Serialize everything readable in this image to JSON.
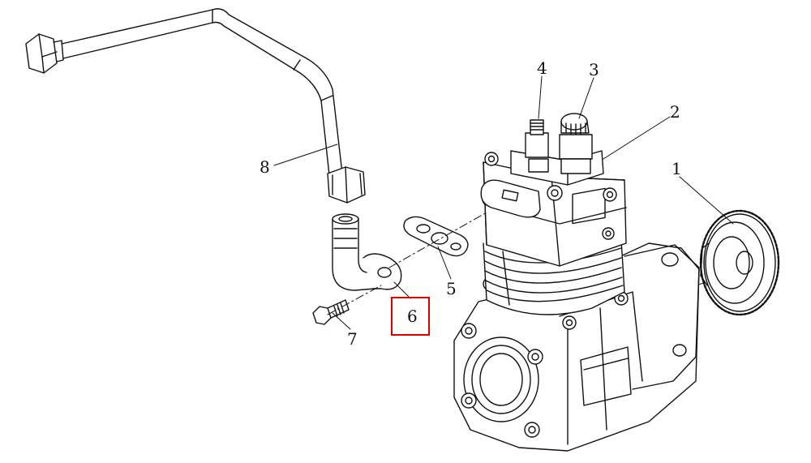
{
  "diagram": {
    "labels": {
      "p1": "1",
      "p2": "2",
      "p3": "3",
      "p4": "4",
      "p5": "5",
      "p6": "6",
      "p7": "7",
      "p8": "8"
    },
    "highlighted_part": "6",
    "highlight_color": "#e00000",
    "line_color": "#111111"
  }
}
